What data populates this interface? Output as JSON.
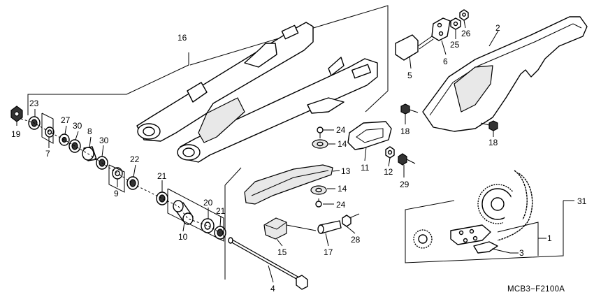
{
  "diagram_code": "MCB3−F2100A",
  "callouts": [
    {
      "id": "c1",
      "label": "1"
    },
    {
      "id": "c2",
      "label": "2"
    },
    {
      "id": "c3",
      "label": "3"
    },
    {
      "id": "c4",
      "label": "4"
    },
    {
      "id": "c5",
      "label": "5"
    },
    {
      "id": "c6",
      "label": "6"
    },
    {
      "id": "c7",
      "label": "7"
    },
    {
      "id": "c8",
      "label": "8"
    },
    {
      "id": "c9",
      "label": "9"
    },
    {
      "id": "c10",
      "label": "10"
    },
    {
      "id": "c11",
      "label": "11"
    },
    {
      "id": "c12",
      "label": "12"
    },
    {
      "id": "c13",
      "label": "13"
    },
    {
      "id": "c14a",
      "label": "14"
    },
    {
      "id": "c14b",
      "label": "14"
    },
    {
      "id": "c15",
      "label": "15"
    },
    {
      "id": "c16",
      "label": "16"
    },
    {
      "id": "c17",
      "label": "17"
    },
    {
      "id": "c18a",
      "label": "18"
    },
    {
      "id": "c18b",
      "label": "18"
    },
    {
      "id": "c19",
      "label": "19"
    },
    {
      "id": "c20",
      "label": "20"
    },
    {
      "id": "c21a",
      "label": "21"
    },
    {
      "id": "c21b",
      "label": "21"
    },
    {
      "id": "c22",
      "label": "22"
    },
    {
      "id": "c23",
      "label": "23"
    },
    {
      "id": "c24a",
      "label": "24"
    },
    {
      "id": "c24b",
      "label": "24"
    },
    {
      "id": "c25",
      "label": "25"
    },
    {
      "id": "c26",
      "label": "26"
    },
    {
      "id": "c27",
      "label": "27"
    },
    {
      "id": "c28",
      "label": "28"
    },
    {
      "id": "c29",
      "label": "29"
    },
    {
      "id": "c30a",
      "label": "30"
    },
    {
      "id": "c30b",
      "label": "30"
    },
    {
      "id": "c31",
      "label": "31"
    }
  ]
}
